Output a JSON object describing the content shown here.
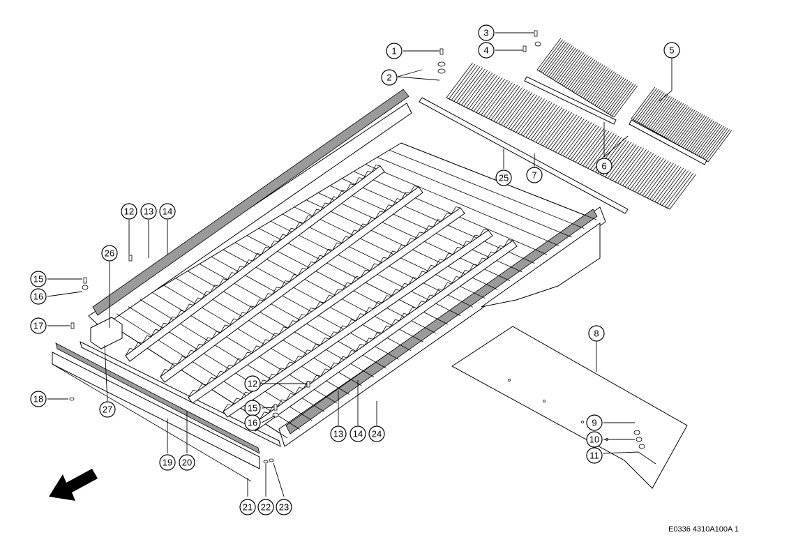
{
  "drawing_code": "E0336 4310A100A 1",
  "direction_arrow_icon": "arrow-forward-left-icon",
  "callouts": [
    {
      "id": "c1",
      "label": "1"
    },
    {
      "id": "c2",
      "label": "2"
    },
    {
      "id": "c3",
      "label": "3"
    },
    {
      "id": "c4",
      "label": "4"
    },
    {
      "id": "c5",
      "label": "5"
    },
    {
      "id": "c6",
      "label": "6"
    },
    {
      "id": "c7",
      "label": "7"
    },
    {
      "id": "c8",
      "label": "8"
    },
    {
      "id": "c9",
      "label": "9"
    },
    {
      "id": "c10",
      "label": "10"
    },
    {
      "id": "c11",
      "label": "11"
    },
    {
      "id": "c12a",
      "label": "12"
    },
    {
      "id": "c13a",
      "label": "13"
    },
    {
      "id": "c14a",
      "label": "14"
    },
    {
      "id": "c15a",
      "label": "15"
    },
    {
      "id": "c16a",
      "label": "16"
    },
    {
      "id": "c17",
      "label": "17"
    },
    {
      "id": "c18",
      "label": "18"
    },
    {
      "id": "c19",
      "label": "19"
    },
    {
      "id": "c20",
      "label": "20"
    },
    {
      "id": "c21",
      "label": "21"
    },
    {
      "id": "c22",
      "label": "22"
    },
    {
      "id": "c23",
      "label": "23"
    },
    {
      "id": "c24",
      "label": "24"
    },
    {
      "id": "c25",
      "label": "25"
    },
    {
      "id": "c26",
      "label": "26"
    },
    {
      "id": "c27",
      "label": "27"
    },
    {
      "id": "c12b",
      "label": "12"
    },
    {
      "id": "c13b",
      "label": "13"
    },
    {
      "id": "c14b",
      "label": "14"
    },
    {
      "id": "c15b",
      "label": "15"
    },
    {
      "id": "c16b",
      "label": "16"
    }
  ]
}
